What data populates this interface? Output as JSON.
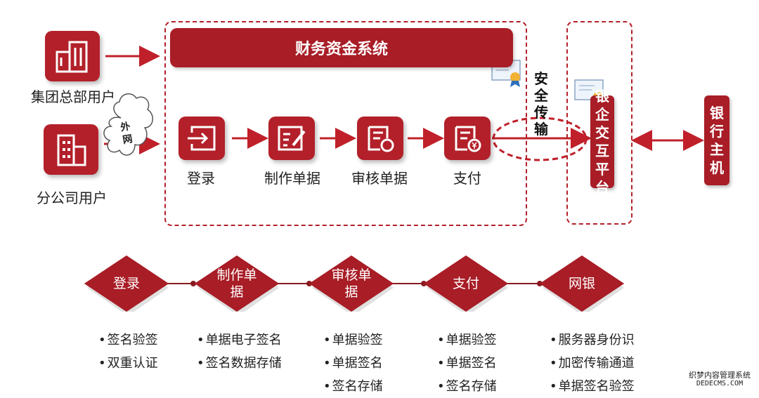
{
  "system_title": "财务资金系统",
  "users": [
    {
      "label": "集团总部用户",
      "icon": "building-icon"
    },
    {
      "label": "分公司用户",
      "icon": "building-icon"
    }
  ],
  "cloud_label": "外网",
  "process_steps": [
    {
      "label": "登录",
      "icon": "login-icon"
    },
    {
      "label": "制作单据",
      "icon": "edit-document-icon"
    },
    {
      "label": "审核单据",
      "icon": "approve-document-icon"
    },
    {
      "label": "支付",
      "icon": "payment-icon"
    }
  ],
  "secure_label": "安全传输",
  "bank_platform": "银企交互平台",
  "bank_host": "银行主机",
  "stages": [
    {
      "title_lines": [
        "登录"
      ],
      "items": [
        "签名验签",
        "双重认证"
      ]
    },
    {
      "title_lines": [
        "制作单",
        "据"
      ],
      "items": [
        "单据电子签名",
        "签名数据存储"
      ]
    },
    {
      "title_lines": [
        "审核单",
        "据"
      ],
      "items": [
        "单据验签",
        "单据签名",
        "签名存储"
      ]
    },
    {
      "title_lines": [
        "支付"
      ],
      "items": [
        "单据验签",
        "单据签名",
        "签名存储"
      ]
    },
    {
      "title_lines": [
        "网银"
      ],
      "items": [
        "服务器身份识",
        "加密传输通道",
        "单据签名验签"
      ]
    }
  ],
  "watermark": {
    "line1": "织梦内容管理系统",
    "line2": "DEDECMS.COM"
  },
  "colors": {
    "brand_red": "#b3202a",
    "connector": "#8a1a20"
  }
}
